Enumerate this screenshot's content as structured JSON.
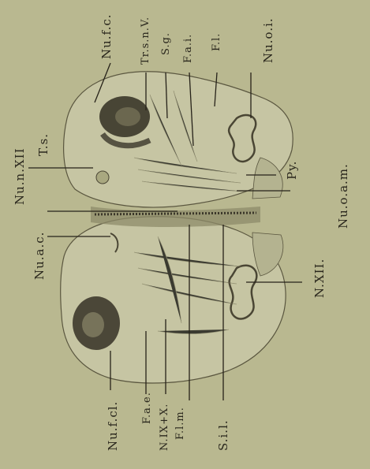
{
  "figure": {
    "colors": {
      "background": "#b9b890",
      "tissue_light": "#c8c7a6",
      "tissue_mid": "#a9a880",
      "tissue_dark": "#3a3629",
      "ink": "#262219"
    },
    "labels": {
      "nu_fc": "Nu.f.c.",
      "tr_sn_v": "Tr.s.n.V.",
      "s_g": "S.g.",
      "f_a_i": "F.a.i.",
      "f_l": "F.l.",
      "nu_o_i": "Nu.o.i.",
      "nu_n_xii": "Nu.n.XII",
      "t_s": "T.s.",
      "py": "Py.",
      "nu_o_a_m": "Nu.o.a.m.",
      "nu_a_c": "Nu.a.c.",
      "n_xii": "N.XII.",
      "nu_f_cl": "Nu.f.cl.",
      "f_a_e": "F.a.e.",
      "n_ix_x": "N.IX+X.",
      "f_l_m": "F.l.m.",
      "s_i_l": "S.i.l."
    }
  }
}
